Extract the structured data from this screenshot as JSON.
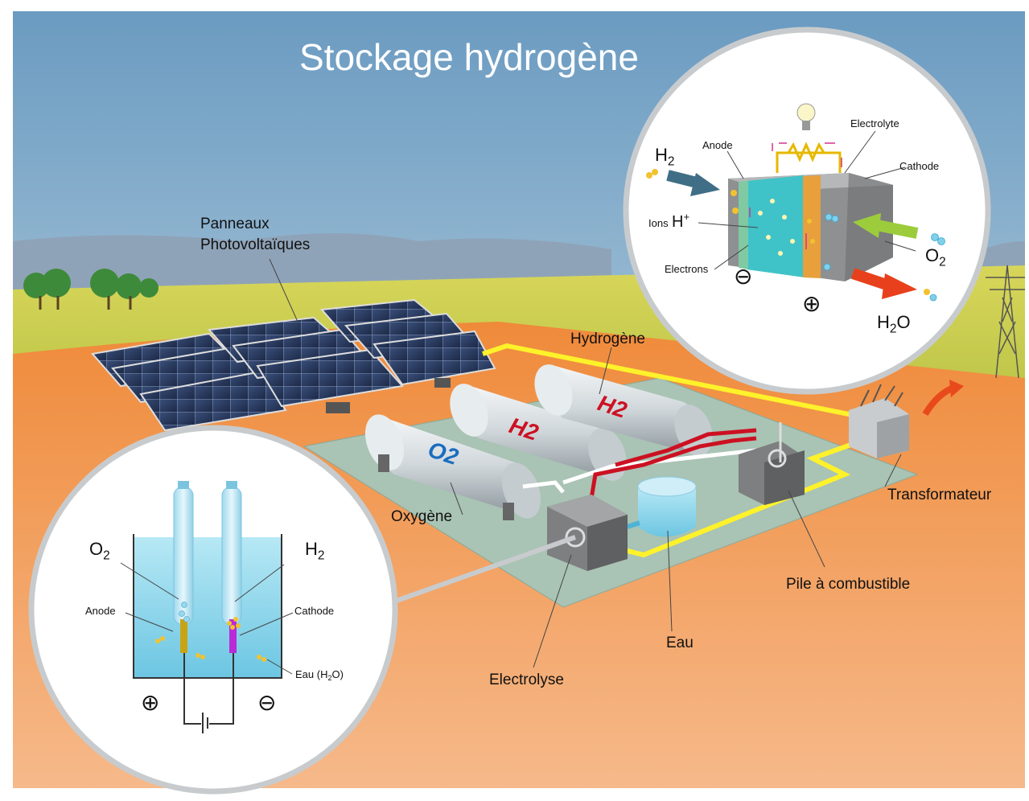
{
  "title": "Stockage hydrogène",
  "labels": {
    "panneaux_line1": "Panneaux",
    "panneaux_line2": "Photovoltaïques",
    "hydrogene": "Hydrogène",
    "oxygene": "Oxygène",
    "transformateur": "Transformateur",
    "pile": "Pile à combustible",
    "eau": "Eau",
    "electrolyse": "Electrolyse"
  },
  "tanks": {
    "o2": "O2",
    "h2_front": "H2",
    "h2_back": "H2"
  },
  "fuel_cell_inset": {
    "h2_main": "H",
    "h2_sub": "2",
    "anode": "Anode",
    "electrolyte": "Electrolyte",
    "cathode": "Cathode",
    "ions_text": "Ions",
    "ions_main": "H",
    "ions_sup": "+",
    "electrons": "Electrons",
    "o2_main": "O",
    "o2_sub": "2",
    "h2o_h": "H",
    "h2o_sub": "2",
    "h2o_o": "O",
    "minus": "⊖",
    "plus": "⊕"
  },
  "electrolysis_inset": {
    "o2_main": "O",
    "o2_sub": "2",
    "h2_main": "H",
    "h2_sub": "2",
    "anode": "Anode",
    "cathode": "Cathode",
    "eau_prefix": "Eau (H",
    "eau_sub": "2",
    "eau_suffix": "O)",
    "plus": "⊕",
    "minus": "⊖"
  },
  "colors": {
    "sky_top": "#6f9fc4",
    "sky_bottom": "#e9eef0",
    "ground": "#f08c3c",
    "field": "#c9cc4a",
    "mat": "#a9c3b4",
    "wire": "#fff22a",
    "h2_red": "#cc1122",
    "o2_blue": "#1a6cc0",
    "water": "#8fd6ea"
  }
}
